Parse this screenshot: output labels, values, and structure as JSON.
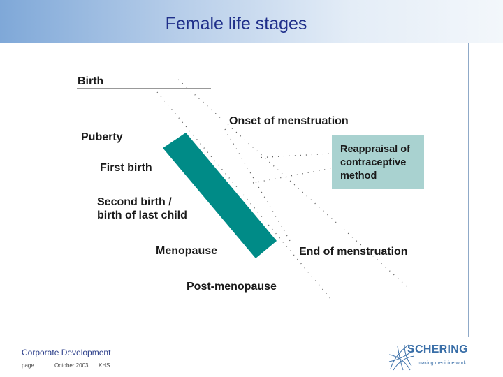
{
  "title": "Female life stages",
  "diagram": {
    "labels": {
      "birth": "Birth",
      "onset": "Onset of menstruation",
      "puberty": "Puberty",
      "first_birth": "First birth",
      "second_birth_line1": "Second birth /",
      "second_birth_line2": "birth of last child",
      "menopause": "Menopause",
      "end": "End of menstruation",
      "post": "Post-menopause"
    },
    "reappraisal": {
      "line1": "Reappraisal of",
      "line2": "contraceptive",
      "line3": "method"
    },
    "colors": {
      "band": "#008b87",
      "box": "#a9d2d0",
      "dots": "#5a5a5a"
    }
  },
  "footer": {
    "dept": "Corporate Development",
    "page": "page",
    "date": "October 2003",
    "author": "KHS"
  },
  "logo": {
    "word": "SCHERING",
    "tagline": "making medicine work",
    "icon": "network-globe-icon",
    "color": "#3a6fa8"
  }
}
